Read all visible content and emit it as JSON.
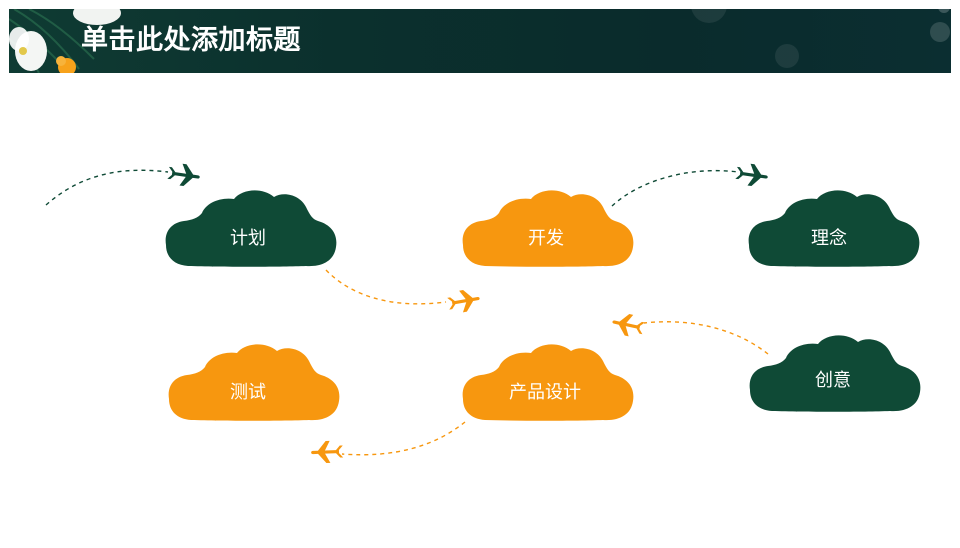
{
  "header": {
    "title": "单击此处添加标题"
  },
  "colors": {
    "dark_green": "#0f4a36",
    "orange": "#f7970f",
    "header_bg": "#0b302d"
  },
  "icons": {
    "plane": "airplane-icon",
    "flower": "flower-icon"
  },
  "diagram": {
    "nodes": [
      {
        "id": "plan",
        "label": "计划",
        "color": "dark_green"
      },
      {
        "id": "develop",
        "label": "开发",
        "color": "orange"
      },
      {
        "id": "concept",
        "label": "理念",
        "color": "dark_green"
      },
      {
        "id": "test",
        "label": "测试",
        "color": "orange"
      },
      {
        "id": "design",
        "label": "产品设计",
        "color": "orange"
      },
      {
        "id": "creative",
        "label": "创意",
        "color": "dark_green"
      }
    ]
  }
}
